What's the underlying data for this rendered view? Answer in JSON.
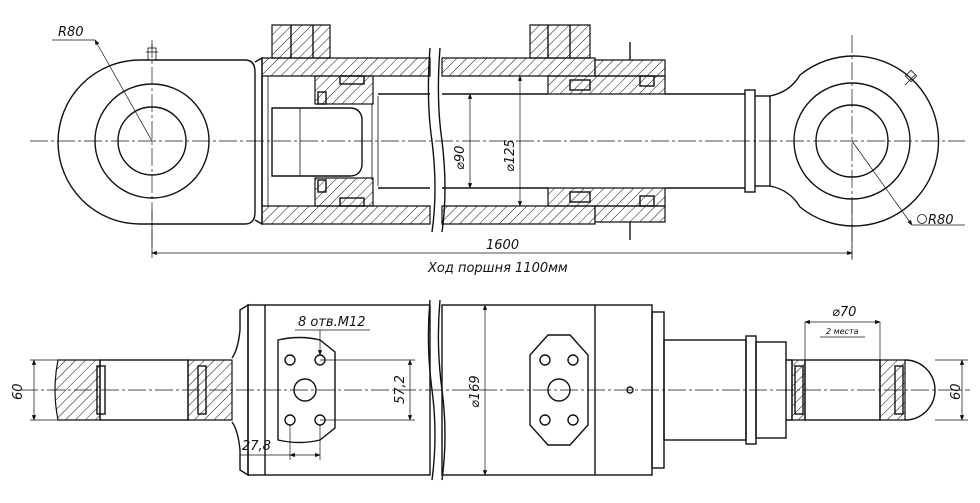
{
  "labels": {
    "radius_left": "R80",
    "radius_right": "R80",
    "bore_rod": "⌀90",
    "bore_piston": "⌀125",
    "overall_length": "1600",
    "stroke": "Ход поршня 1100мм",
    "holes": "8 отв.М12",
    "hole_spacing_v": "57,2",
    "hole_offset_h": "27,8",
    "barrel_dia": "⌀169",
    "pin_dia": "⌀70",
    "pin_note": "2 места",
    "eye_width_left": "60",
    "eye_width_right": "60"
  }
}
